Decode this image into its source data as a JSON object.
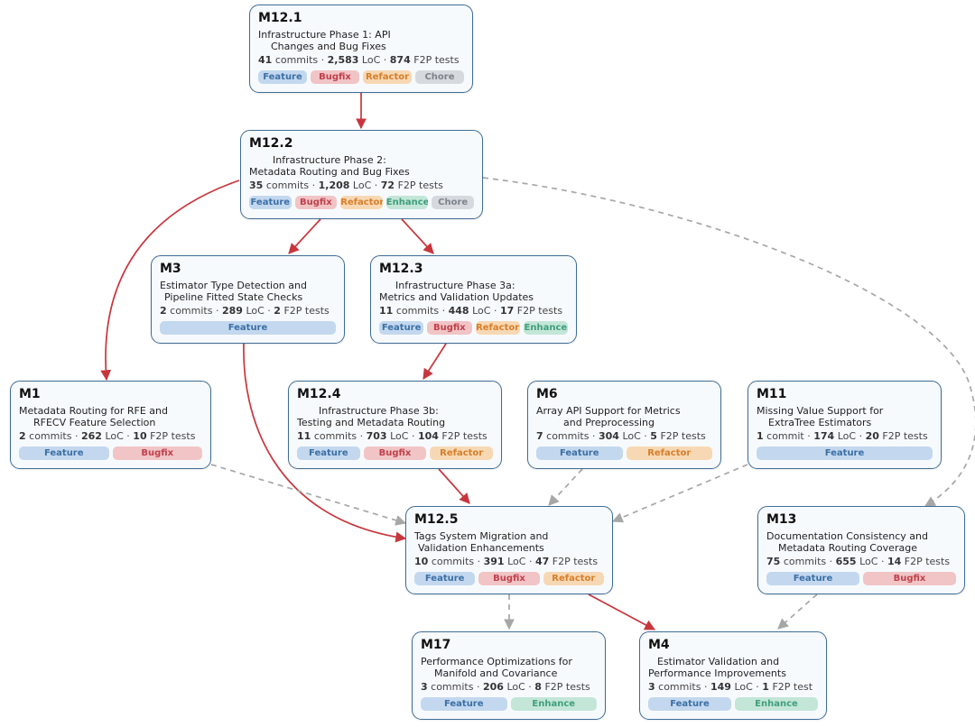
{
  "nodes": {
    "m12_1": {
      "id": "M12.1",
      "title": [
        "Infrastructure Phase 1: API",
        "Changes and Bug Fixes"
      ],
      "commits": "41",
      "commits_word": "commits",
      "loc": "2,583",
      "tests": "874",
      "tests_word": "F2P tests",
      "tags": [
        "Feature",
        "Bugfix",
        "Refactor",
        "Chore"
      ]
    },
    "m12_2": {
      "id": "M12.2",
      "title": [
        "Infrastructure Phase 2:",
        "Metadata Routing and Bug Fixes"
      ],
      "commits": "35",
      "commits_word": "commits",
      "loc": "1,208",
      "tests": "72",
      "tests_word": "F2P tests",
      "tags": [
        "Feature",
        "Bugfix",
        "Refactor",
        "Enhance",
        "Chore"
      ]
    },
    "m3": {
      "id": "M3",
      "title": [
        "Estimator Type Detection and",
        "Pipeline Fitted State Checks"
      ],
      "commits": "2",
      "commits_word": "commits",
      "loc": "289",
      "tests": "2",
      "tests_word": "F2P tests",
      "tags": [
        "Feature"
      ]
    },
    "m12_3": {
      "id": "M12.3",
      "title": [
        "Infrastructure Phase 3a:",
        "Metrics and Validation Updates"
      ],
      "commits": "11",
      "commits_word": "commits",
      "loc": "448",
      "tests": "17",
      "tests_word": "F2P tests",
      "tags": [
        "Feature",
        "Bugfix",
        "Refactor",
        "Enhance"
      ]
    },
    "m1": {
      "id": "M1",
      "title": [
        "Metadata Routing for RFE and",
        "RFECV Feature Selection"
      ],
      "commits": "2",
      "commits_word": "commits",
      "loc": "262",
      "tests": "10",
      "tests_word": "F2P tests",
      "tags": [
        "Feature",
        "Bugfix"
      ]
    },
    "m12_4": {
      "id": "M12.4",
      "title": [
        "Infrastructure Phase 3b:",
        "Testing and Metadata Routing"
      ],
      "commits": "11",
      "commits_word": "commits",
      "loc": "703",
      "tests": "104",
      "tests_word": "F2P tests",
      "tags": [
        "Feature",
        "Bugfix",
        "Refactor"
      ]
    },
    "m6": {
      "id": "M6",
      "title": [
        "Array API Support for Metrics",
        "and Preprocessing"
      ],
      "commits": "7",
      "commits_word": "commits",
      "loc": "304",
      "tests": "5",
      "tests_word": "F2P tests",
      "tags": [
        "Feature",
        "Refactor"
      ]
    },
    "m11": {
      "id": "M11",
      "title": [
        "Missing Value Support for",
        "ExtraTree Estimators"
      ],
      "commits": "1",
      "commits_word": "commit",
      "loc": "174",
      "tests": "20",
      "tests_word": "F2P tests",
      "tags": [
        "Feature"
      ]
    },
    "m12_5": {
      "id": "M12.5",
      "title": [
        "Tags System Migration and",
        "Validation Enhancements"
      ],
      "commits": "10",
      "commits_word": "commits",
      "loc": "391",
      "tests": "47",
      "tests_word": "F2P tests",
      "tags": [
        "Feature",
        "Bugfix",
        "Refactor"
      ]
    },
    "m13": {
      "id": "M13",
      "title": [
        "Documentation Consistency and",
        "Metadata Routing Coverage"
      ],
      "commits": "75",
      "commits_word": "commits",
      "loc": "655",
      "tests": "14",
      "tests_word": "F2P tests",
      "tags": [
        "Feature",
        "Bugfix"
      ]
    },
    "m17": {
      "id": "M17",
      "title": [
        "Performance Optimizations for",
        "Manifold and Covariance"
      ],
      "commits": "3",
      "commits_word": "commits",
      "loc": "206",
      "tests": "8",
      "tests_word": "F2P tests",
      "tags": [
        "Feature",
        "Enhance"
      ]
    },
    "m4": {
      "id": "M4",
      "title": [
        "Estimator Validation and",
        "Performance Improvements"
      ],
      "commits": "3",
      "commits_word": "commits",
      "loc": "149",
      "tests": "1",
      "tests_word": "F2P test",
      "tags": [
        "Feature",
        "Enhance"
      ]
    }
  },
  "stat_labels": {
    "sep": "·",
    "loc_word": "LoC"
  },
  "edges": [
    {
      "from": "M12.1",
      "to": "M12.2",
      "style": "solid"
    },
    {
      "from": "M12.2",
      "to": "M1",
      "style": "solid"
    },
    {
      "from": "M12.2",
      "to": "M3",
      "style": "solid"
    },
    {
      "from": "M12.2",
      "to": "M12.3",
      "style": "solid"
    },
    {
      "from": "M12.2",
      "to": "M13",
      "style": "dashed"
    },
    {
      "from": "M3",
      "to": "M12.5",
      "style": "solid"
    },
    {
      "from": "M12.3",
      "to": "M12.4",
      "style": "solid"
    },
    {
      "from": "M12.4",
      "to": "M12.5",
      "style": "solid"
    },
    {
      "from": "M1",
      "to": "M12.5",
      "style": "dashed"
    },
    {
      "from": "M6",
      "to": "M12.5",
      "style": "dashed"
    },
    {
      "from": "M11",
      "to": "M12.5",
      "style": "dashed"
    },
    {
      "from": "M12.5",
      "to": "M17",
      "style": "dashed"
    },
    {
      "from": "M12.5",
      "to": "M4",
      "style": "solid"
    },
    {
      "from": "M13",
      "to": "M4",
      "style": "dashed"
    }
  ],
  "colors": {
    "solid_edge": "#c8363d",
    "dashed_edge": "#a7a7a7",
    "node_border": "#3f6c97",
    "node_fill": "#f7fafd"
  }
}
